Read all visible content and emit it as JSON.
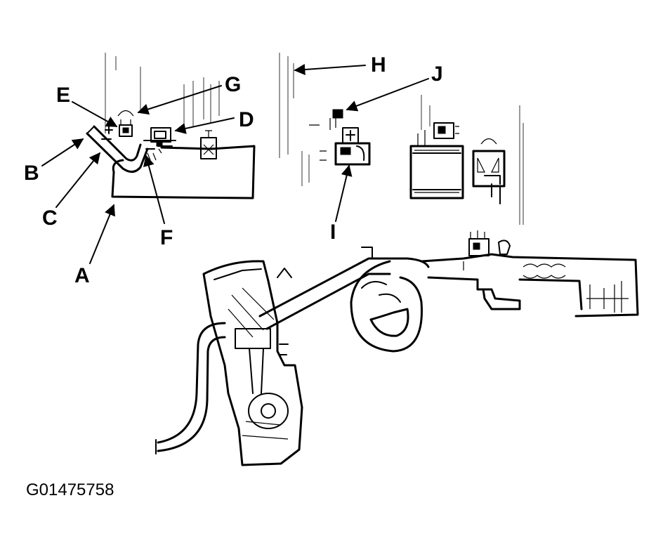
{
  "labels": {
    "a": "A",
    "b": "B",
    "c": "C",
    "d": "D",
    "e": "E",
    "f": "F",
    "g": "G",
    "h": "H",
    "i": "I",
    "j": "J"
  },
  "figure_code": "G01475758",
  "colors": {
    "ink": "#000000",
    "paper": "#ffffff"
  }
}
